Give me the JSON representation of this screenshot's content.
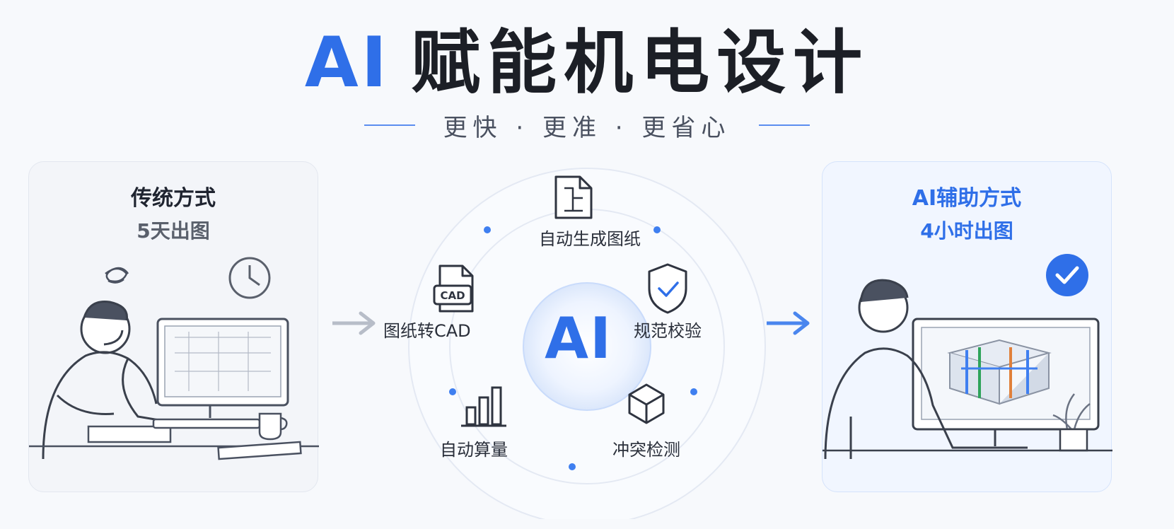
{
  "title": {
    "ai": "AI",
    "rest": "赋能机电设计"
  },
  "subtitle": "更快 · 更准 · 更省心",
  "traditional": {
    "heading": "传统方式",
    "time": "5天出图"
  },
  "ai_assisted": {
    "heading": "AI辅助方式",
    "time": "4小时出图"
  },
  "hub": {
    "center_label": "AI",
    "features": {
      "auto_drawing": "自动生成图纸",
      "to_cad": "图纸转CAD",
      "compliance": "规范校验",
      "quantity": "自动算量",
      "clash": "冲突检测"
    },
    "cad_badge": "CAD"
  },
  "colors": {
    "accent": "#2f6fe8",
    "text": "#1f2430",
    "muted": "#5a606c"
  },
  "icons": [
    "clock-icon",
    "checkmark-badge-icon",
    "document-icon",
    "cad-file-icon",
    "shield-check-icon",
    "bar-chart-icon",
    "cube-icon",
    "arrow-right-icon"
  ]
}
